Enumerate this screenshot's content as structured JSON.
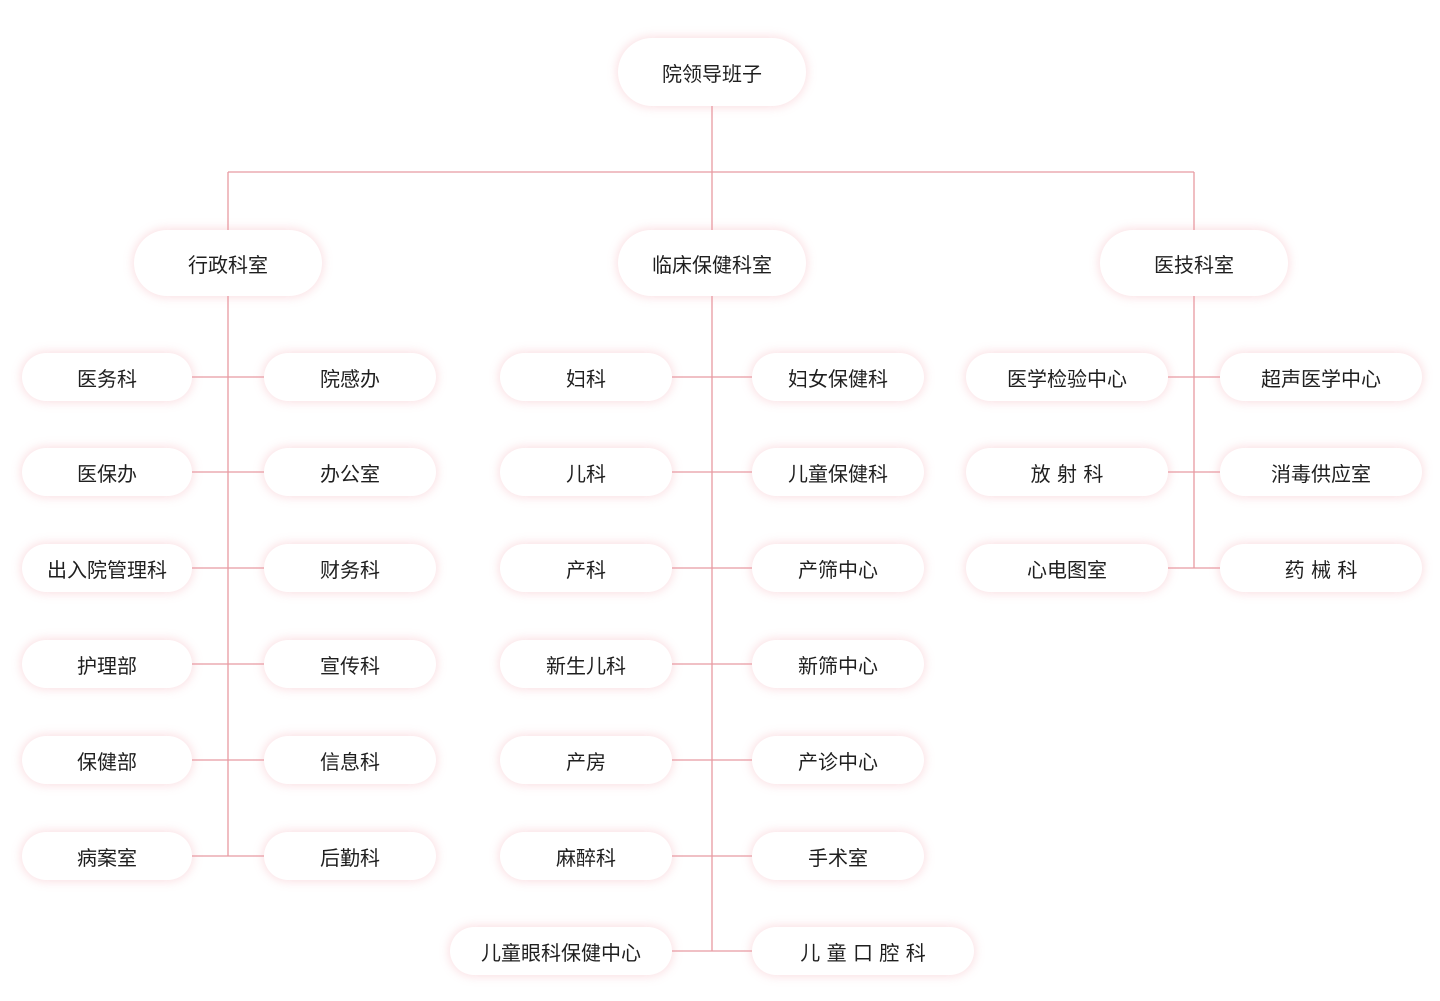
{
  "colors": {
    "connector": "#e89aa2",
    "node_shadow": "#f0a0aa",
    "text": "#1f1f1f"
  },
  "root": {
    "label": "院领导班子"
  },
  "groups": [
    {
      "label": "行政科室"
    },
    {
      "label": "临床保健科室"
    },
    {
      "label": "医技科室"
    }
  ],
  "admin": {
    "left": [
      "医务科",
      "医保办",
      "出入院管理科",
      "护理部",
      "保健部",
      "病案室"
    ],
    "right": [
      "院感办",
      "办公室",
      "财务科",
      "宣传科",
      "信息科",
      "后勤科"
    ]
  },
  "clinical": {
    "left": [
      "妇科",
      "儿科",
      "产科",
      "新生儿科",
      "产房",
      "麻醉科",
      "儿童眼科保健中心"
    ],
    "right": [
      "妇女保健科",
      "儿童保健科",
      "产筛中心",
      "新筛中心",
      "产诊中心",
      "手术室",
      "儿 童 口 腔 科"
    ]
  },
  "tech": {
    "left": [
      "医学检验中心",
      "放 射 科",
      "心电图室"
    ],
    "right": [
      "超声医学中心",
      "消毒供应室",
      "药 械 科"
    ]
  }
}
